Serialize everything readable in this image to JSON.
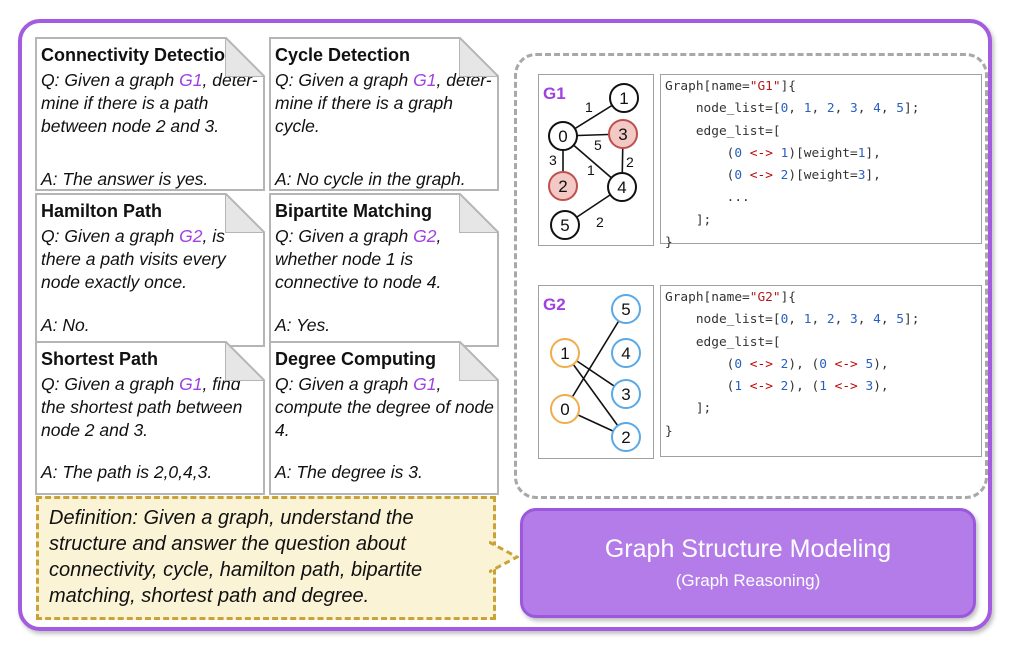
{
  "cards": [
    {
      "title": "Connectivity Detection",
      "q": [
        "Q: Given a graph ",
        "G1",
        ", deter-mine if there is a path between node 2 and 3."
      ],
      "a": "A: The answer is yes."
    },
    {
      "title": "Cycle Detection",
      "q": [
        "Q: Given a graph ",
        "G1",
        ", deter-mine if there is a graph cycle."
      ],
      "a": "A: No cycle in the graph."
    },
    {
      "title": "Hamilton Path",
      "q": [
        "Q: Given a graph ",
        "G2",
        ", is there a path visits every node exactly once."
      ],
      "a": "A: No."
    },
    {
      "title": "Bipartite Matching",
      "q": [
        "Q: Given a graph ",
        "G2",
        ", whether node 1 is connective to node 4."
      ],
      "a": "A: Yes."
    },
    {
      "title": "Shortest Path",
      "q": [
        "Q: Given a graph ",
        "G1",
        ", find the shortest path between node 2 and 3."
      ],
      "a": "A: The path is 2,0,4,3."
    },
    {
      "title": "Degree Computing",
      "q": [
        "Q: Given a graph ",
        "G1",
        ", compute the degree of node 4."
      ],
      "a": "A: The degree is 3."
    }
  ],
  "g1": {
    "label": "G1",
    "nodes": [
      "0",
      "1",
      "2",
      "3",
      "4",
      "5"
    ],
    "edge_weights": [
      "1",
      "5",
      "3",
      "1",
      "2",
      "2"
    ],
    "code": {
      "open": "Graph[name=\"G1\"]{",
      "node_list": "node_list=[0, 1, 2, 3, 4, 5];",
      "edge_list": "edge_list=[",
      "edges": [
        "(0 <-> 1)[weight=1],",
        "(0 <-> 2)[weight=3],",
        "..."
      ],
      "close_list": "];",
      "close": "}"
    }
  },
  "g2": {
    "label": "G2",
    "nodes": [
      "5",
      "1",
      "4",
      "3",
      "0",
      "2"
    ],
    "code": {
      "open": "Graph[name=\"G2\"]{",
      "node_list": "node_list=[0, 1, 2, 3, 4, 5];",
      "edge_list": "edge_list=[",
      "edges": [
        "(0 <-> 2), (0 <-> 5),",
        "(1 <-> 2), (1 <-> 3),"
      ],
      "close_list": "];",
      "close": "}"
    }
  },
  "definition": "Definition: Given a graph, understand the structure and answer the question about connectivity, cycle, hamilton path, bipartite matching, shortest path and degree.",
  "banner": {
    "title": "Graph Structure Modeling",
    "subtitle": "(Graph Reasoning)"
  },
  "colors": {
    "purple_accent": "#a041e0",
    "highlight_node_fill": "#f3c9c6",
    "highlight_node_stroke": "#c0504d",
    "orange_node": "#f0ad4e",
    "blue_node": "#5aa9e6",
    "definition_bg": "#fbf3d6",
    "banner_bg": "#b37ce8"
  }
}
